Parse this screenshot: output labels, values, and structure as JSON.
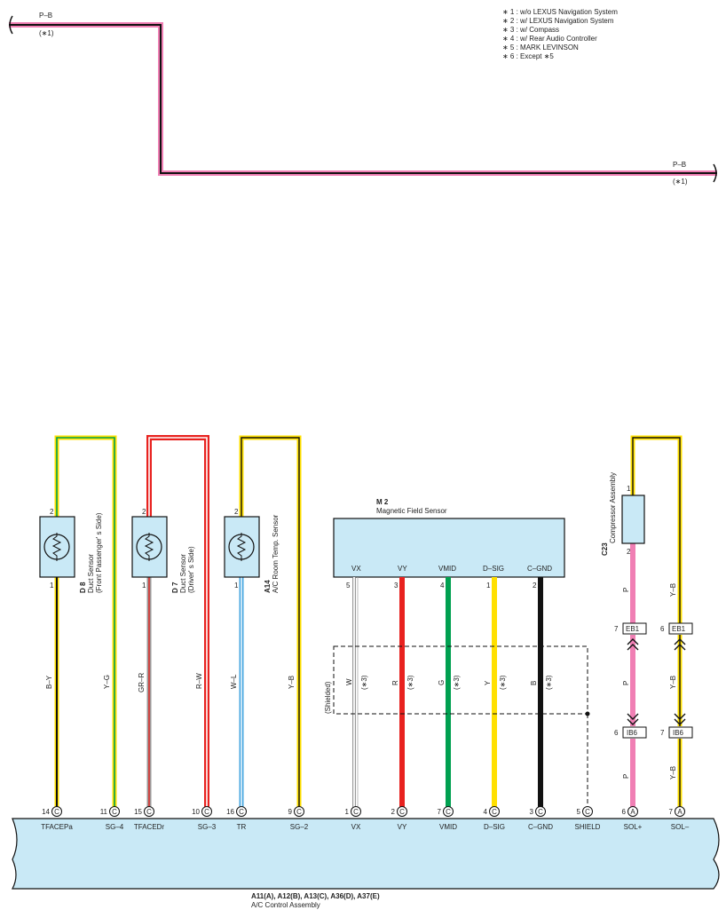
{
  "notes": [
    "∗ 1 : w/o LEXUS Navigation System",
    "∗ 2 : w/ LEXUS Navigation System",
    "∗ 3 : w/ Compass",
    "∗ 4 : w/ Rear Audio Controller",
    "∗ 5 : MARK LEVINSON",
    "∗ 6 : Except ∗5"
  ],
  "top_wire": {
    "color_code": "P–B",
    "condition": "(∗1)",
    "color_code_right": "P–B",
    "condition_right": "(∗1)"
  },
  "colors": {
    "pink": "#f07fb4",
    "black": "#111111",
    "yellow": "#ffe000",
    "red": "#e8221f",
    "green": "#00a050",
    "blue": "#4aa8e0",
    "gray": "#9a9a9a",
    "white_wire": "#ffffff",
    "component_fill": "#c9e9f6"
  },
  "sensors": [
    {
      "ref": "D 8",
      "name": "Duct Sensor",
      "detail": "(Front Passenger' s Side)",
      "pin_top": "2",
      "pin_bottom": "1"
    },
    {
      "ref": "D 7",
      "name": "Duct Sensor",
      "detail": "(Driver' s Side)",
      "pin_top": "2",
      "pin_bottom": "1"
    },
    {
      "ref": "A14",
      "name": "A/C Room Temp.  Sensor",
      "detail": "",
      "pin_top": "2",
      "pin_bottom": "1"
    }
  ],
  "wire_labels": [
    "B–Y",
    "Y–G",
    "GR–R",
    "R–W",
    "W–L",
    "Y–B"
  ],
  "m2": {
    "ref": "M 2",
    "name": "Magnetic Field Sensor",
    "terminals": [
      "VX",
      "VY",
      "VMID",
      "D–SIG",
      "C–GND"
    ],
    "pins": [
      "5",
      "3",
      "4",
      "1",
      "2"
    ],
    "wire_colors": [
      "W",
      "R",
      "G",
      "Y",
      "B"
    ],
    "condition": "(∗3)",
    "shielded": "(Shielded)"
  },
  "compressor": {
    "ref": "C23",
    "name": "Compressor Assembly",
    "pin_top": "1",
    "pin_bottom": "2"
  },
  "connectors": [
    {
      "pin": "7",
      "name": "EB1"
    },
    {
      "pin": "6",
      "name": "EB1"
    },
    {
      "pin": "6",
      "name": "IB6"
    },
    {
      "pin": "7",
      "name": "IB6"
    }
  ],
  "sol_wires": {
    "left": [
      "P",
      "P",
      "P"
    ],
    "right": [
      "Y–B",
      "Y–B",
      "Y–B"
    ]
  },
  "assembly": {
    "refs": "A11(A), A12(B), A13(C), A36(D), A37(E)",
    "name": "A/C Control Assembly",
    "pins": [
      {
        "num": "14",
        "conn": "C",
        "label": "TFACEPa"
      },
      {
        "num": "11",
        "conn": "C",
        "label": "SG–4"
      },
      {
        "num": "15",
        "conn": "C",
        "label": "TFACEDr"
      },
      {
        "num": "10",
        "conn": "C",
        "label": "SG–3"
      },
      {
        "num": "16",
        "conn": "C",
        "label": "TR"
      },
      {
        "num": "9",
        "conn": "C",
        "label": "SG–2"
      },
      {
        "num": "1",
        "conn": "C",
        "label": "VX"
      },
      {
        "num": "2",
        "conn": "C",
        "label": "VY"
      },
      {
        "num": "7",
        "conn": "C",
        "label": "VMID"
      },
      {
        "num": "4",
        "conn": "C",
        "label": "D–SIG"
      },
      {
        "num": "3",
        "conn": "C",
        "label": "C–GND"
      },
      {
        "num": "5",
        "conn": "C",
        "label": "SHIELD"
      },
      {
        "num": "6",
        "conn": "A",
        "label": "SOL+"
      },
      {
        "num": "7",
        "conn": "A",
        "label": "SOL–"
      }
    ]
  }
}
